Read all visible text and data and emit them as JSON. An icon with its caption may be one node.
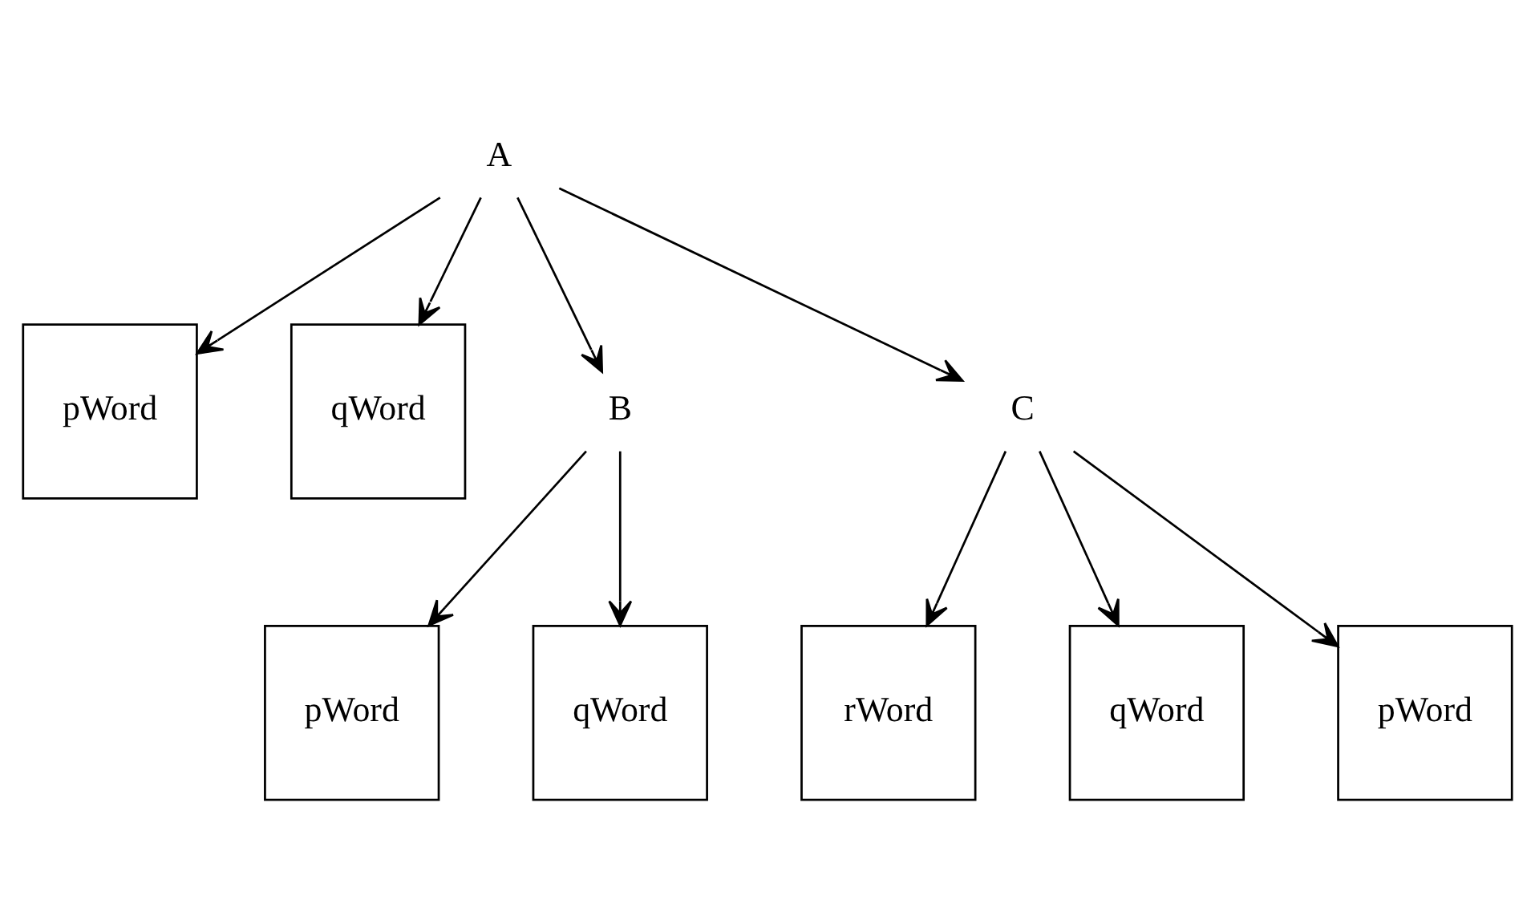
{
  "diagram": {
    "nodes": [
      {
        "text": [
          "A"
        ]
      },
      {
        "text": [
          "pWord"
        ]
      },
      {
        "text": [
          "qWord"
        ]
      },
      {
        "text": [
          "B"
        ]
      },
      {
        "text": [
          "C"
        ]
      },
      {
        "text": [
          "pWord"
        ]
      },
      {
        "text": [
          "qWord"
        ]
      },
      {
        "text": [
          "rWord"
        ]
      },
      {
        "text": [
          "qWord"
        ]
      },
      {
        "text": [
          "pWord"
        ]
      }
    ],
    "edges": [
      {
        "from": 0,
        "to": 1,
        "arrow": "to"
      },
      {
        "from": 0,
        "to": 2,
        "arrow": "to"
      },
      {
        "from": 0,
        "to": 3,
        "arrow": "to"
      },
      {
        "from": 0,
        "to": 4,
        "arrow": "to"
      },
      {
        "from": 3,
        "to": 5,
        "arrow": "to"
      },
      {
        "from": 3,
        "to": 6,
        "arrow": "to"
      },
      {
        "from": 4,
        "to": 7,
        "arrow": "to"
      },
      {
        "from": 4,
        "to": 8,
        "arrow": "to"
      },
      {
        "from": 4,
        "to": 9,
        "arrow": "to"
      }
    ]
  }
}
